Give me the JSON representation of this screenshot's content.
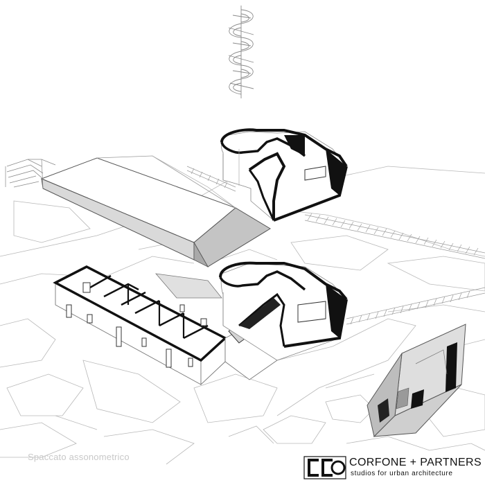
{
  "caption": "Spaccato assonometrico",
  "logo": {
    "name": "CORFONE + PARTNERS",
    "tagline": "studios for urban architecture"
  },
  "colors": {
    "line": "#9a9a9a",
    "thick": "#111111",
    "fill_light": "#e2e2e2",
    "fill_dark": "#b4b4b4"
  }
}
